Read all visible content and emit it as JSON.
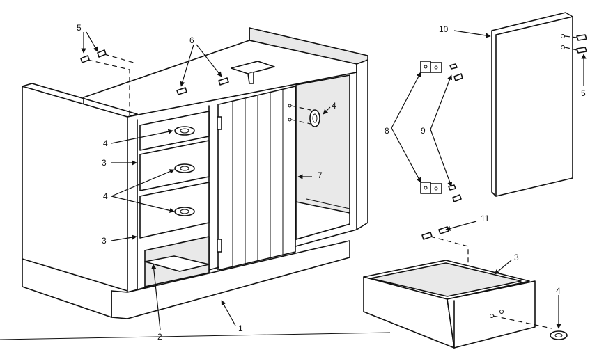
{
  "callouts": {
    "c1": "1",
    "c2": "2",
    "c3a": "3",
    "c3b": "3",
    "c3c": "3",
    "c4a": "4",
    "c4b": "4",
    "c4c": "4",
    "c4d": "4",
    "c5a": "5",
    "c5b": "5",
    "c6": "6",
    "c7": "7",
    "c8": "8",
    "c9": "9",
    "c10": "10",
    "c11": "11"
  }
}
